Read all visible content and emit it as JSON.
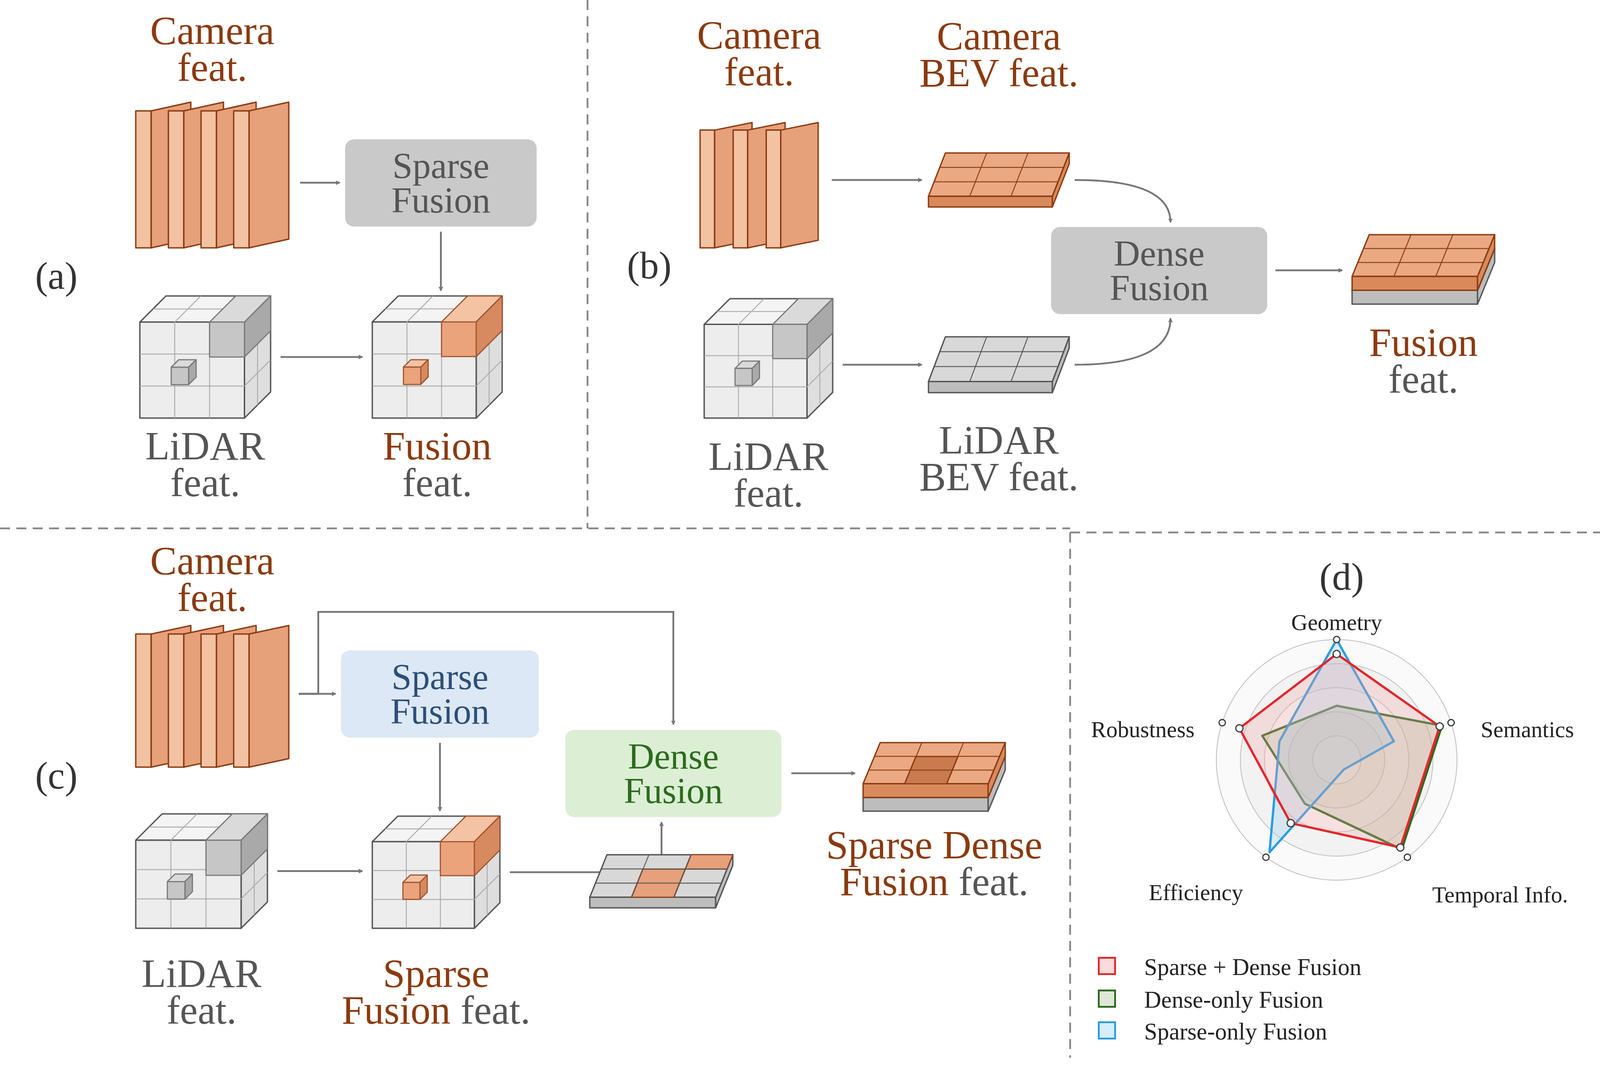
{
  "diagram": {
    "nodes": [
      {
        "text": [
          "Camera feat."
        ]
      },
      {
        "text": [
          "Sparse Fusion"
        ]
      },
      {
        "text": [
          "LiDAR feat."
        ]
      },
      {
        "text": [
          "Fusion",
          "feat."
        ]
      },
      {
        "text": [
          "Camera feat."
        ]
      },
      {
        "text": [
          "Camera BEV feat."
        ]
      },
      {
        "text": [
          "Dense Fusion"
        ]
      },
      {
        "text": [
          "Fusion",
          "feat."
        ]
      },
      {
        "text": [
          "LiDAR feat."
        ]
      },
      {
        "text": [
          "LiDAR BEV feat."
        ]
      },
      {
        "text": [
          "Camera feat."
        ]
      },
      {
        "text": [
          "Sparse Fusion"
        ]
      },
      {
        "text": [
          "Dense Fusion"
        ]
      },
      {
        "text": [
          "Sparse Dense Fusion",
          "feat."
        ]
      },
      {
        "text": [
          "LiDAR feat."
        ]
      },
      {
        "text": [
          "Sparse Fusion",
          "feat."
        ]
      }
    ],
    "edges": [
      {
        "from": 0,
        "to": 1,
        "arrow": "to"
      },
      {
        "from": 1,
        "to": 3,
        "arrow": "to"
      },
      {
        "from": 2,
        "to": 3,
        "arrow": "to"
      },
      {
        "from": 4,
        "to": 5,
        "arrow": "to"
      },
      {
        "from": 5,
        "to": 6,
        "arrow": "to"
      },
      {
        "from": 8,
        "to": 9,
        "arrow": "to"
      },
      {
        "from": 9,
        "to": 6,
        "arrow": "to"
      },
      {
        "from": 6,
        "to": 7,
        "arrow": "to"
      },
      {
        "from": 10,
        "to": 11,
        "arrow": "to"
      },
      {
        "from": 10,
        "to": 12,
        "arrow": "to"
      },
      {
        "from": 11,
        "to": 15,
        "arrow": "to"
      },
      {
        "from": 14,
        "to": 15,
        "arrow": "to"
      },
      {
        "from": 15,
        "to": 12,
        "arrow": "to"
      },
      {
        "from": 12,
        "to": 13,
        "arrow": "to"
      }
    ],
    "labels": [
      "(a)",
      "(b)",
      "(c)",
      "(d)",
      "Geometry",
      "Semantics",
      "Temporal Info.",
      "Efficiency",
      "Robustness"
    ],
    "legend": [
      {
        "text": "Sparse + Dense Fusion",
        "color": "#fadada"
      },
      {
        "text": "Dense-only Fusion",
        "color": "#dfe8d6"
      },
      {
        "text": "Sparse-only Fusion",
        "color": "#d6edfa"
      }
    ]
  }
}
